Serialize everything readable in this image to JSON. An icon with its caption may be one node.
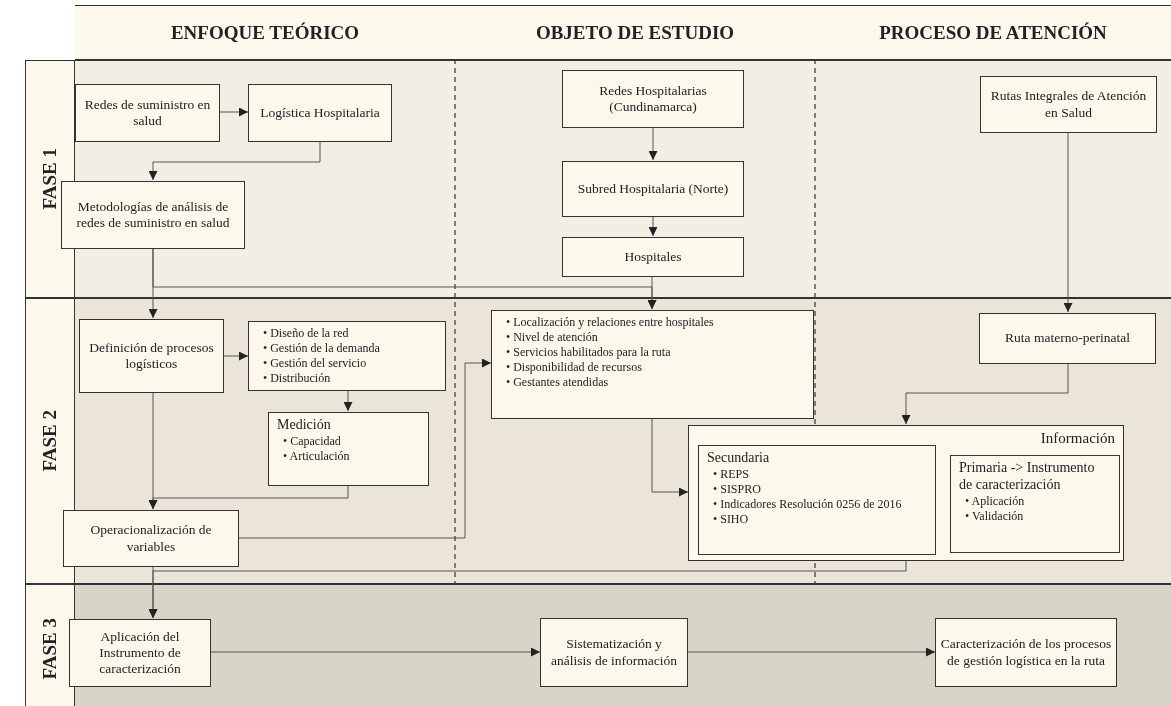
{
  "diagram": {
    "nodes": [
      {
        "text": [
          "ENFOQUE TEÓRICO"
        ]
      },
      {
        "text": [
          "OBJETO DE ESTUDIO"
        ]
      },
      {
        "text": [
          "PROCESO DE ATENCIÓN"
        ]
      },
      {
        "text": [
          "FASE 1"
        ]
      },
      {
        "text": [
          "Redes de suministro en salud"
        ],
        "in": 3
      },
      {
        "text": [
          "Logística Hospitalaria"
        ],
        "in": 3
      },
      {
        "text": [
          "Redes Hospitalarias (Cundinamarca)"
        ],
        "in": 3
      },
      {
        "text": [
          "Rutas Integrales de Atención en Salud"
        ],
        "in": 3
      },
      {
        "text": [
          "Subred Hospitalaria (Norte)"
        ],
        "in": 3
      },
      {
        "text": [
          "Metodologías de análisis de redes de suministro en salud"
        ],
        "in": 3
      },
      {
        "text": [
          "Hospitales"
        ],
        "in": 3
      },
      {
        "text": [
          "FASE 2"
        ]
      },
      {
        "text": [
          "Definición de procesos logísticos"
        ],
        "in": 11
      },
      {
        "text": [
          "• Diseño de la red",
          "• Gestión de la demanda",
          "• Gestión del servicio",
          "• Distribución"
        ],
        "in": 11
      },
      {
        "text": [
          "• Localización y relaciones entre hospitales",
          "• Nivel de atención",
          "• Servicios habilitados para la ruta",
          "• Disponibilidad de recursos",
          "• Gestantes atendidas"
        ],
        "in": 11
      },
      {
        "text": [
          "Ruta materno-perinatal"
        ],
        "in": 11
      },
      {
        "text": [
          "Medición",
          "• Capacidad",
          "• Articulación"
        ],
        "in": 11
      },
      {
        "text": [
          "Información"
        ],
        "in": 11
      },
      {
        "text": [
          "Secundaria",
          "• REPS",
          "• SISPRO",
          "• Indicadores Resolución 0256 de 2016",
          "• SIHO"
        ],
        "in": 17
      },
      {
        "text": [
          "Primaria -> Instrumento de caracterización",
          "• Aplicación",
          "• Validación"
        ],
        "in": 17
      },
      {
        "text": [
          "Operacionalización de variables"
        ],
        "in": 11
      },
      {
        "text": [
          "FASE 3"
        ]
      },
      {
        "text": [
          "Aplicación del Instrumento de caracterización"
        ],
        "in": 21
      },
      {
        "text": [
          "Sistematización y análisis de información"
        ],
        "in": 21
      },
      {
        "text": [
          "Caracterización de los procesos de gestión logística en la ruta"
        ],
        "in": 21
      }
    ],
    "edges": [
      {
        "from": 4,
        "to": 5,
        "arrow": "to"
      },
      {
        "from": 5,
        "to": 9,
        "arrow": "to"
      },
      {
        "from": 6,
        "to": 8,
        "arrow": "to"
      },
      {
        "from": 8,
        "to": 10,
        "arrow": "to"
      },
      {
        "from": 7,
        "to": 15,
        "arrow": "to"
      },
      {
        "from": 9,
        "to": 12,
        "arrow": "to"
      },
      {
        "from": 9,
        "to": 14,
        "arrow": "to"
      },
      {
        "from": 10,
        "to": 14,
        "arrow": "to"
      },
      {
        "from": 12,
        "to": 13,
        "arrow": "to"
      },
      {
        "from": 13,
        "to": 16,
        "arrow": "to"
      },
      {
        "from": 12,
        "to": 20,
        "arrow": "to"
      },
      {
        "from": 16,
        "to": 20,
        "arrow": "to"
      },
      {
        "from": 20,
        "to": 14,
        "arrow": "to"
      },
      {
        "from": 14,
        "to": 17,
        "arrow": "to"
      },
      {
        "from": 15,
        "to": 17,
        "arrow": "to"
      },
      {
        "from": 20,
        "to": 22,
        "arrow": "to"
      },
      {
        "from": 17,
        "to": 22,
        "arrow": "to"
      },
      {
        "from": 22,
        "to": 23,
        "arrow": "to"
      },
      {
        "from": 23,
        "to": 24,
        "arrow": "to"
      }
    ]
  }
}
